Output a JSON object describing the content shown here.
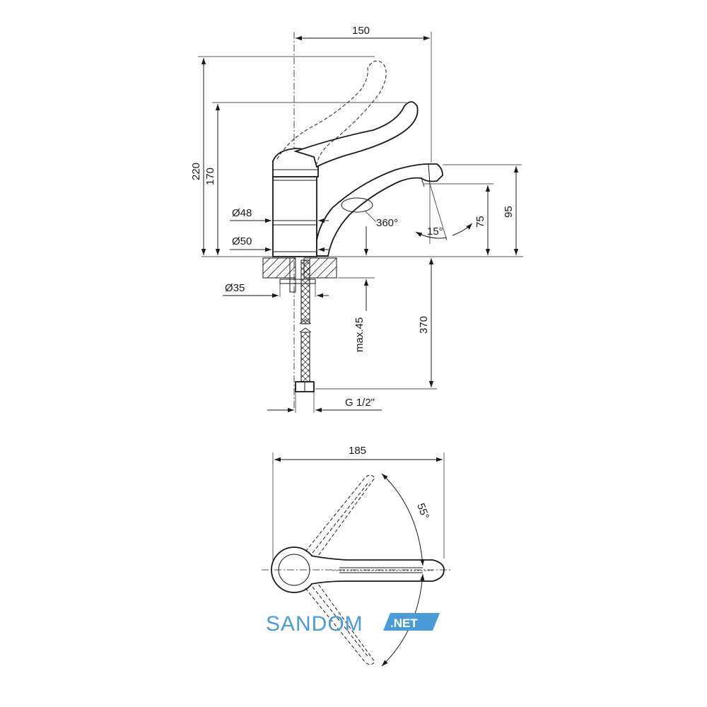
{
  "side_view": {
    "width_top": "150",
    "height_total": "220",
    "height_handle": "170",
    "body_diameter_upper": "Ø48",
    "body_diameter_lower": "Ø50",
    "swivel": "360°",
    "spout_angle": "15°",
    "spout_height_inner": "75",
    "spout_height_outer": "95",
    "shank_diameter": "Ø35",
    "max_deck_thickness": "max.45",
    "hose_length": "370",
    "connection_thread": "G 1/2\""
  },
  "top_view": {
    "width": "185",
    "lever_angle": "55°"
  },
  "watermark": {
    "brand": "SANDOM",
    "suffix": ".NET",
    "color": "#4a9bd6"
  }
}
